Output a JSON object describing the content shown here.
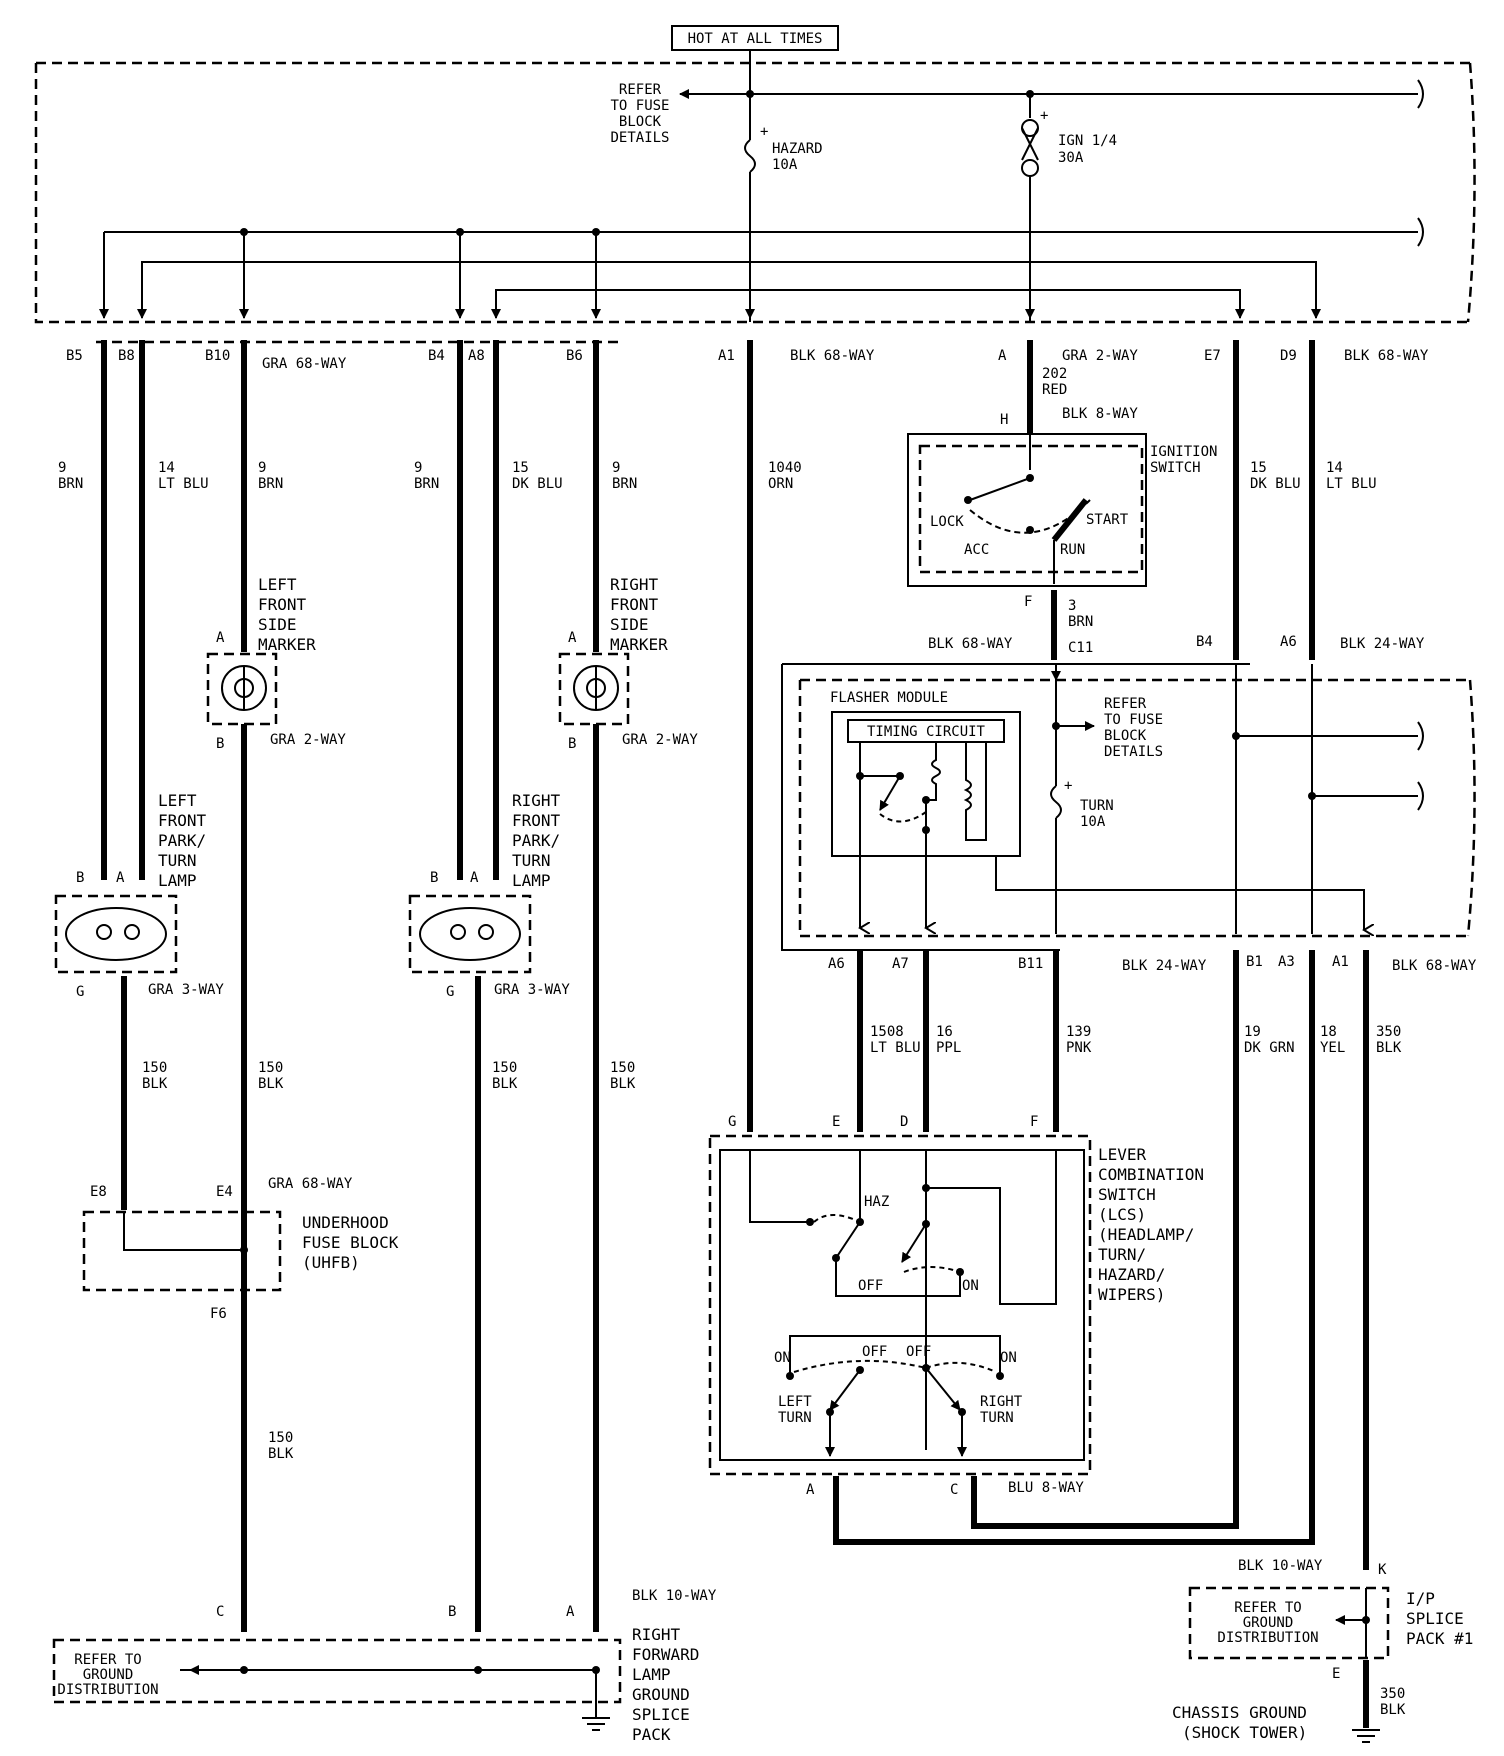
{
  "labels": {
    "hot": "HOT AT ALL TIMES",
    "refer_fuse_top": [
      "REFER",
      "TO FUSE",
      "BLOCK",
      "DETAILS"
    ],
    "hazard_fuse": [
      "HAZARD",
      "10A"
    ],
    "ign_fuse": [
      "IGN 1/4",
      "30A"
    ],
    "turn_fuse": [
      "TURN",
      "10A"
    ],
    "refer_fuse_flasher": [
      "REFER",
      "TO FUSE",
      "BLOCK",
      "DETAILS"
    ],
    "lf_side_marker": [
      "LEFT",
      "FRONT",
      "SIDE",
      "MARKER"
    ],
    "rf_side_marker": [
      "RIGHT",
      "FRONT",
      "SIDE",
      "MARKER"
    ],
    "lf_park_turn": [
      "LEFT",
      "FRONT",
      "PARK/",
      "TURN",
      "LAMP"
    ],
    "rf_park_turn": [
      "RIGHT",
      "FRONT",
      "PARK/",
      "TURN",
      "LAMP"
    ],
    "ignition_switch": [
      "IGNITION",
      "SWITCH"
    ],
    "flasher_module": "FLASHER MODULE",
    "timing_circuit": "TIMING CIRCUIT",
    "lcs": [
      "LEVER",
      "COMBINATION",
      "SWITCH",
      "(LCS)",
      "(HEADLAMP/",
      "TURN/",
      "HAZARD/",
      "WIPERS)"
    ],
    "uhfb": [
      "UNDERHOOD",
      "FUSE BLOCK",
      "(UHFB)"
    ],
    "rf_ground_splice": [
      "RIGHT",
      "FORWARD",
      "LAMP",
      "GROUND",
      "SPLICE",
      "PACK"
    ],
    "refer_ground_left": [
      "REFER TO",
      "GROUND",
      "DISTRIBUTION"
    ],
    "refer_ground_right": [
      "REFER TO",
      "GROUND",
      "DISTRIBUTION"
    ],
    "ip_splice": [
      "I/P",
      "SPLICE",
      "PACK #1"
    ],
    "chassis_ground": [
      "CHASSIS GROUND",
      "(SHOCK TOWER)"
    ],
    "ign_positions": {
      "lock": "LOCK",
      "start": "START",
      "acc": "ACC",
      "run": "RUN"
    },
    "lcs_positions": {
      "haz": "HAZ",
      "off1": "OFF",
      "on1": "ON",
      "on_left": "ON",
      "off_l": "OFF",
      "off_r": "OFF",
      "on_right": "ON",
      "left_turn": [
        "LEFT",
        "TURN"
      ],
      "right_turn": [
        "RIGHT",
        "TURN"
      ]
    }
  },
  "connectors": {
    "gra68": "GRA 68-WAY",
    "blk68": "BLK 68-WAY",
    "gra2": "GRA 2-WAY",
    "blk8": "BLK 8-WAY",
    "blk24": "BLK 24-WAY",
    "gra3": "GRA 3-WAY",
    "blu8": "BLU 8-WAY",
    "blk10": "BLK 10-WAY"
  },
  "pins": {
    "B5": "B5",
    "B8": "B8",
    "B10": "B10",
    "B4": "B4",
    "A8": "A8",
    "B6": "B6",
    "A1": "A1",
    "A": "A",
    "B": "B",
    "C": "C",
    "D": "D",
    "E": "E",
    "F": "F",
    "G": "G",
    "H": "H",
    "K": "K",
    "E7": "E7",
    "D9": "D9",
    "C11": "C11",
    "A6": "A6",
    "A7": "A7",
    "B11": "B11",
    "B1": "B1",
    "A3": "A3",
    "E8": "E8",
    "E4": "E4",
    "F6": "F6"
  },
  "wires": {
    "w9brn": [
      "9",
      "BRN"
    ],
    "w14ltblu": [
      "14",
      "LT BLU"
    ],
    "w15dkblu": [
      "15",
      "DK BLU"
    ],
    "w1040": [
      "1040",
      "ORN"
    ],
    "w202": [
      "202",
      "RED"
    ],
    "w3brn": [
      "3",
      "BRN"
    ],
    "w150": [
      "150",
      "BLK"
    ],
    "w1508": [
      "1508",
      "LT BLU"
    ],
    "w16": [
      "16",
      "PPL"
    ],
    "w139": [
      "139",
      "PNK"
    ],
    "w19": [
      "19",
      "DK GRN"
    ],
    "w18": [
      "18",
      "YEL"
    ],
    "w350": [
      "350",
      "BLK"
    ]
  }
}
